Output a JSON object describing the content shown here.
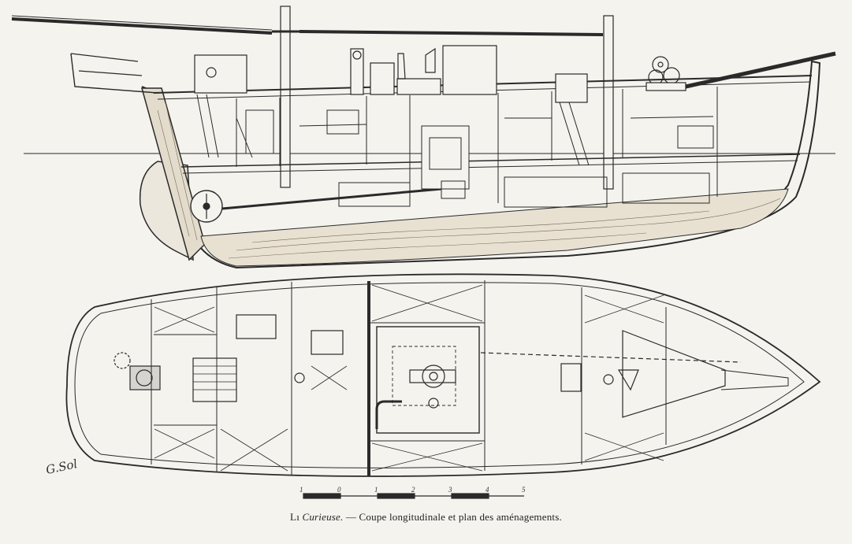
{
  "caption": {
    "prefix": "Lı ",
    "ship_name": "Curieuse.",
    "rest": " — Coupe longitudinale et plan des aménagements."
  },
  "signature": "G.Sol",
  "scale_bar": {
    "labels": [
      "1",
      "0",
      "1",
      "2",
      "3",
      "4",
      "5"
    ]
  },
  "colors": {
    "paper": "#f4f3ee",
    "ink": "#2a2a2a",
    "wood": "#7a6a55"
  }
}
